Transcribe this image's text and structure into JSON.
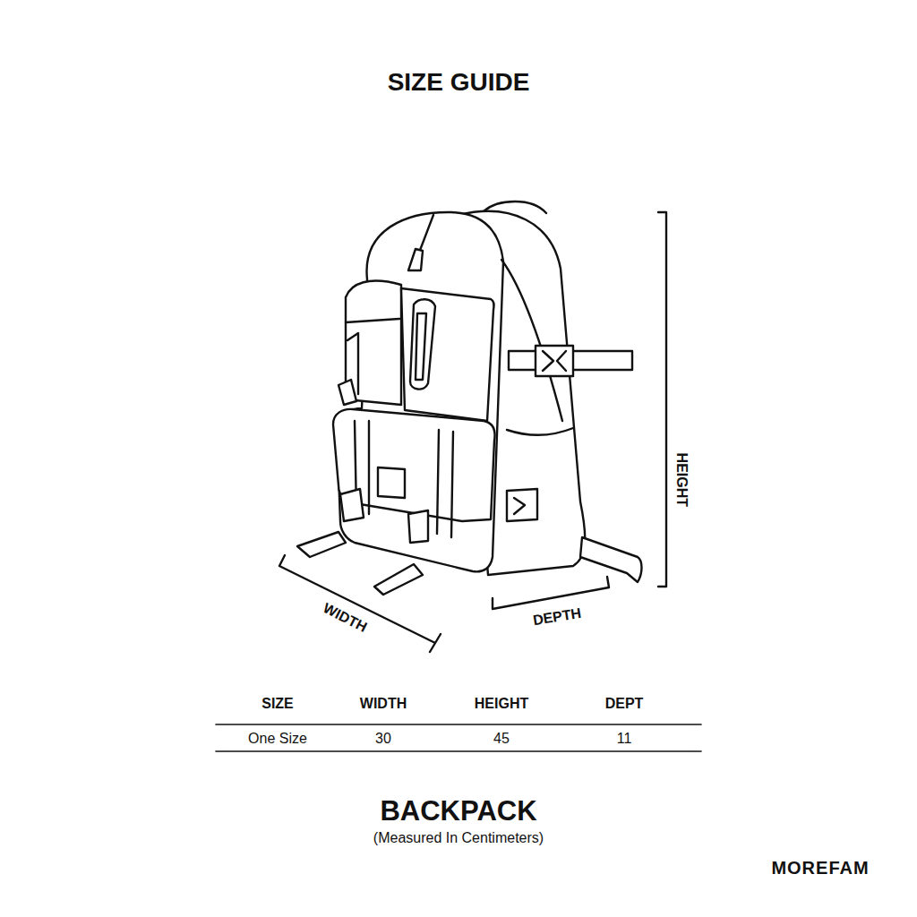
{
  "diagram": {
    "title": "SIZE GUIDE",
    "caption": "BACKPACK",
    "labels": [
      "HEIGHT",
      "WIDTH",
      "DEPTH",
      "SIZE",
      "WIDTH",
      "HEIGHT",
      "DEPT",
      "One Size",
      "30",
      "45",
      "11",
      "(Measured In Centimeters)",
      "MOREFAM"
    ]
  }
}
